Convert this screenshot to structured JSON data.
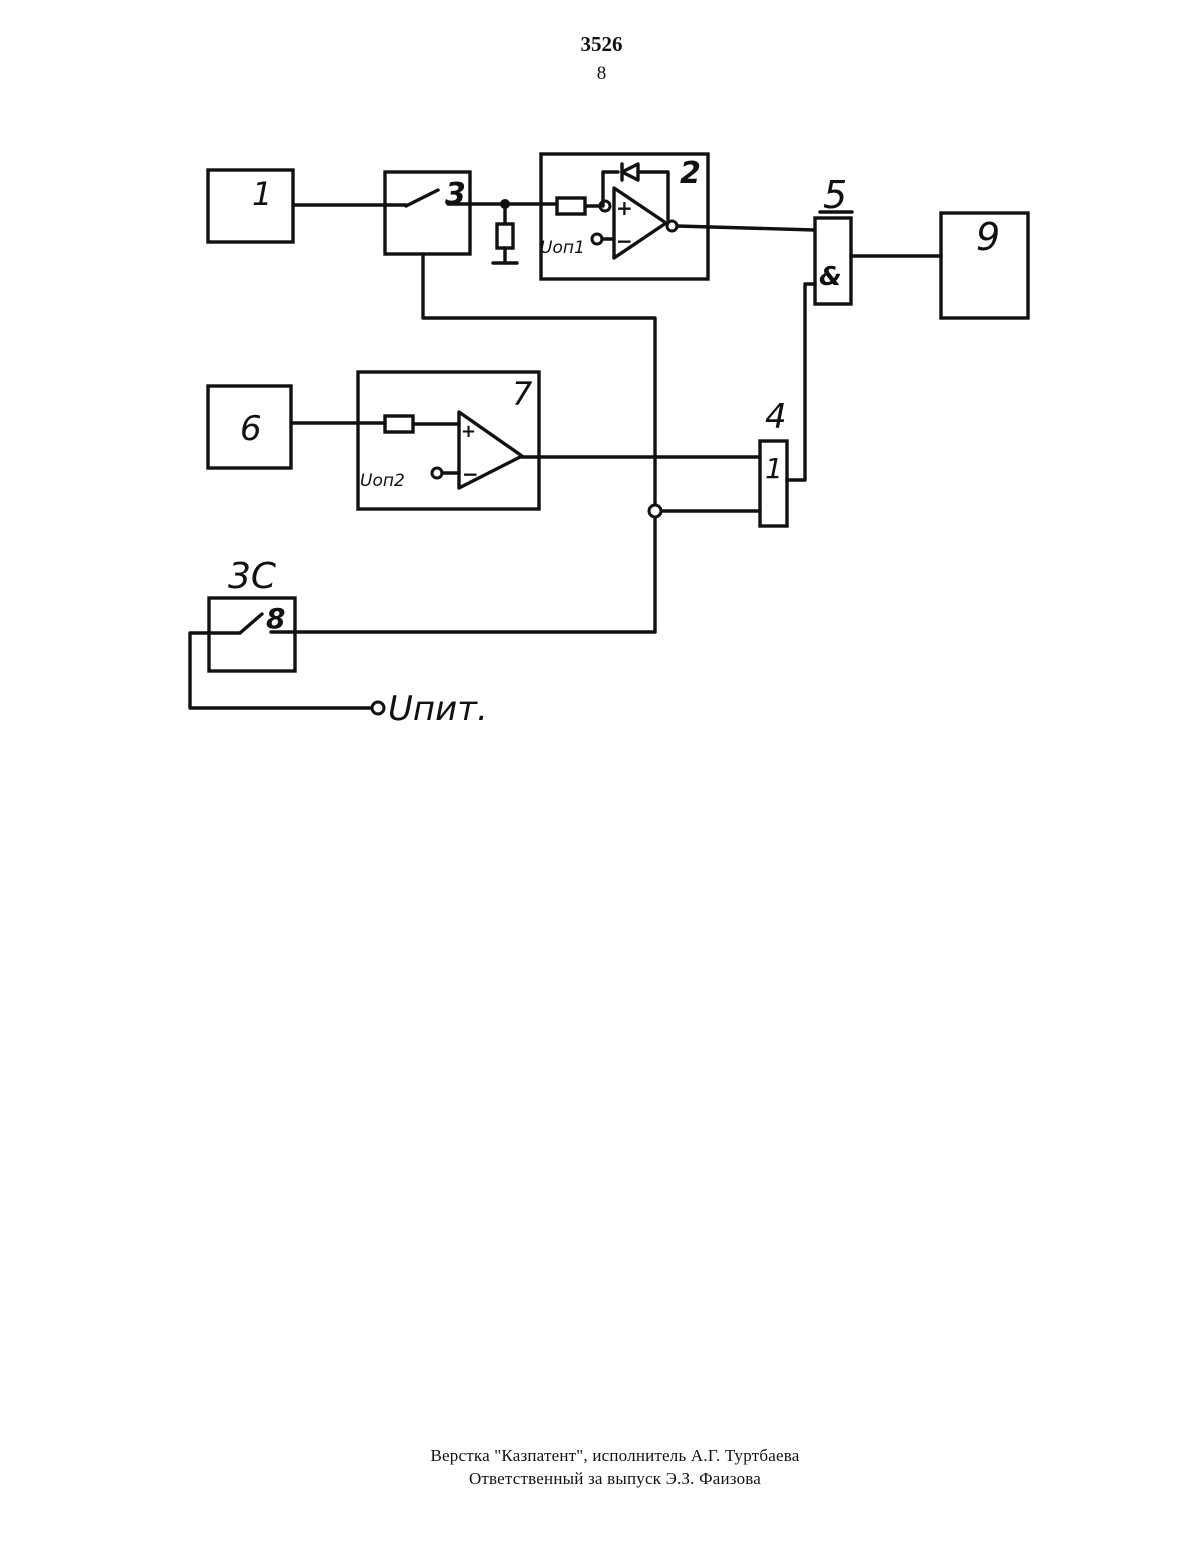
{
  "header": {
    "patent_number": "3526",
    "page_number": "8"
  },
  "diagram": {
    "blocks": [
      {
        "id": "1",
        "label": "1"
      },
      {
        "id": "2",
        "label": "2"
      },
      {
        "id": "3",
        "label": "3"
      },
      {
        "id": "4",
        "label": "4",
        "inner_symbol": "1"
      },
      {
        "id": "5",
        "label": "5",
        "inner_symbol": "&"
      },
      {
        "id": "6",
        "label": "6"
      },
      {
        "id": "7",
        "label": "7"
      },
      {
        "id": "8",
        "label": "8",
        "tag": "3C"
      },
      {
        "id": "9",
        "label": "9"
      }
    ],
    "ref_voltage_1": "Uоп1",
    "ref_voltage_2": "Uоп2",
    "supply_label": "Uпит.",
    "plus": "+",
    "minus": "−"
  },
  "footer": {
    "line1": "Верстка \"Казпатент\", исполнитель А.Г. Туртбаева",
    "line2": "Ответственный за выпуск Э.З. Фаизова"
  }
}
